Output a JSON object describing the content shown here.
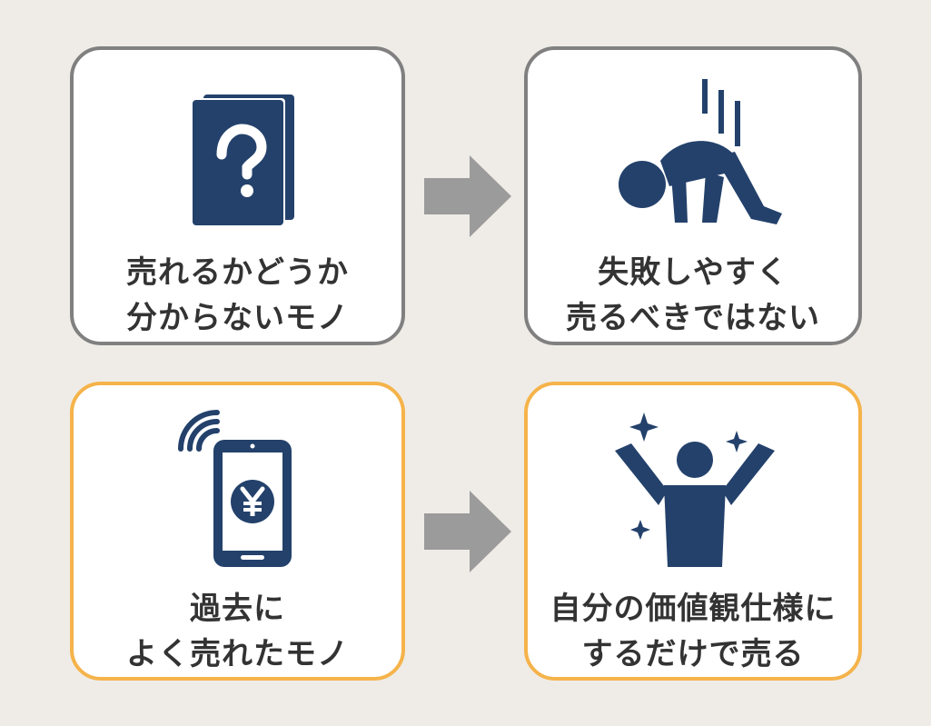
{
  "colors": {
    "background": "#efece7",
    "icon_navy": "#23416b",
    "arrow_gray": "#9b9b9b",
    "border_gray": "#808080",
    "border_orange": "#f5b34a",
    "text": "#333333"
  },
  "cards": {
    "unknown_item": {
      "icon": "question-book-icon",
      "line1": "売れるかどうか",
      "line2": "分からないモノ"
    },
    "failure": {
      "icon": "slumped-person-icon",
      "line1": "失敗しやすく",
      "line2": "売るべきではない"
    },
    "past_seller": {
      "icon": "smartphone-yen-icon",
      "line1": "過去に",
      "line2": "よく売れたモノ"
    },
    "success": {
      "icon": "cheering-person-icon",
      "line1": "自分の価値観仕様に",
      "line2": "するだけで売る"
    }
  }
}
